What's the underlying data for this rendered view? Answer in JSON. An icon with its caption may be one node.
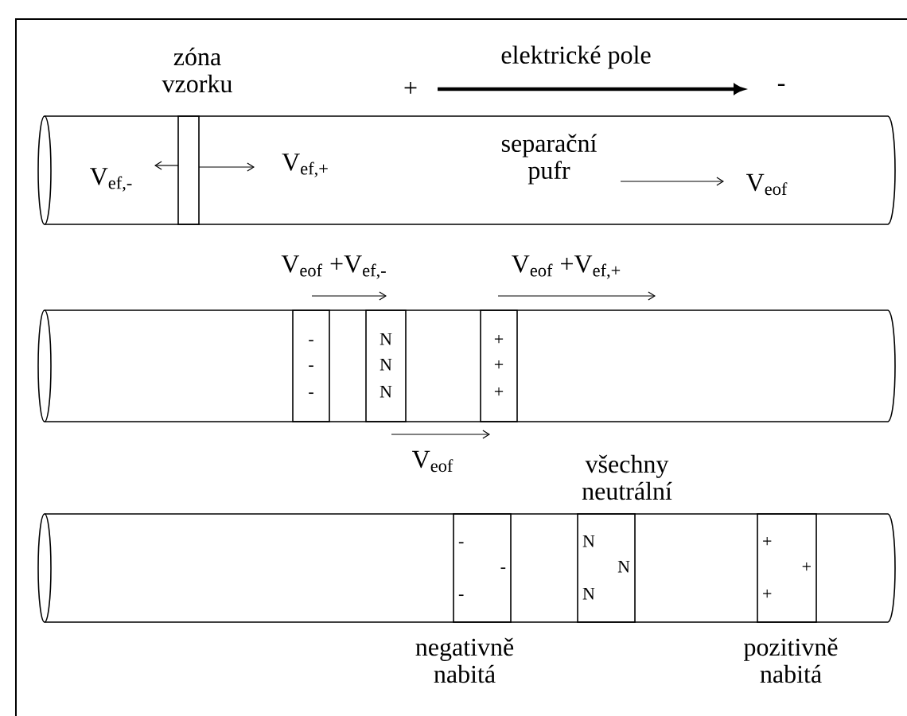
{
  "diagram": {
    "nodes": [
      {
        "text": [],
        "shape": "cylinder"
      },
      {
        "text": [],
        "shape": "box",
        "in": 0,
        "beside": [
          "zóna vzorku"
        ]
      },
      {
        "text": [],
        "shape": "cylinder"
      },
      {
        "text": [
          "-",
          "-",
          "-"
        ],
        "in": 2
      },
      {
        "text": [
          "N",
          "N",
          "N"
        ],
        "in": 2
      },
      {
        "text": [
          "+",
          "+",
          "+"
        ],
        "in": 2
      },
      {
        "text": [],
        "shape": "cylinder"
      },
      {
        "text": [
          "-",
          "-",
          "-"
        ],
        "in": 6,
        "beside": [
          "negativně nabitá"
        ]
      },
      {
        "text": [
          "N",
          "N",
          "N"
        ],
        "in": 6,
        "beside": [
          "všechny neutrální"
        ]
      },
      {
        "text": [
          "+",
          "+",
          "+"
        ],
        "in": 6,
        "beside": [
          "pozitivně nabitá"
        ]
      }
    ],
    "labels": [
      "+",
      "elektrické pole",
      "-",
      "V$_{ef,-}$",
      "V$_{ef,+}$",
      "separační pufr",
      "V$_{eof}$",
      "V$_{eof}$ +V$_{ef,-}$",
      "V$_{eof}$ +V$_{ef,+}$",
      "V$_{eof}$"
    ]
  }
}
